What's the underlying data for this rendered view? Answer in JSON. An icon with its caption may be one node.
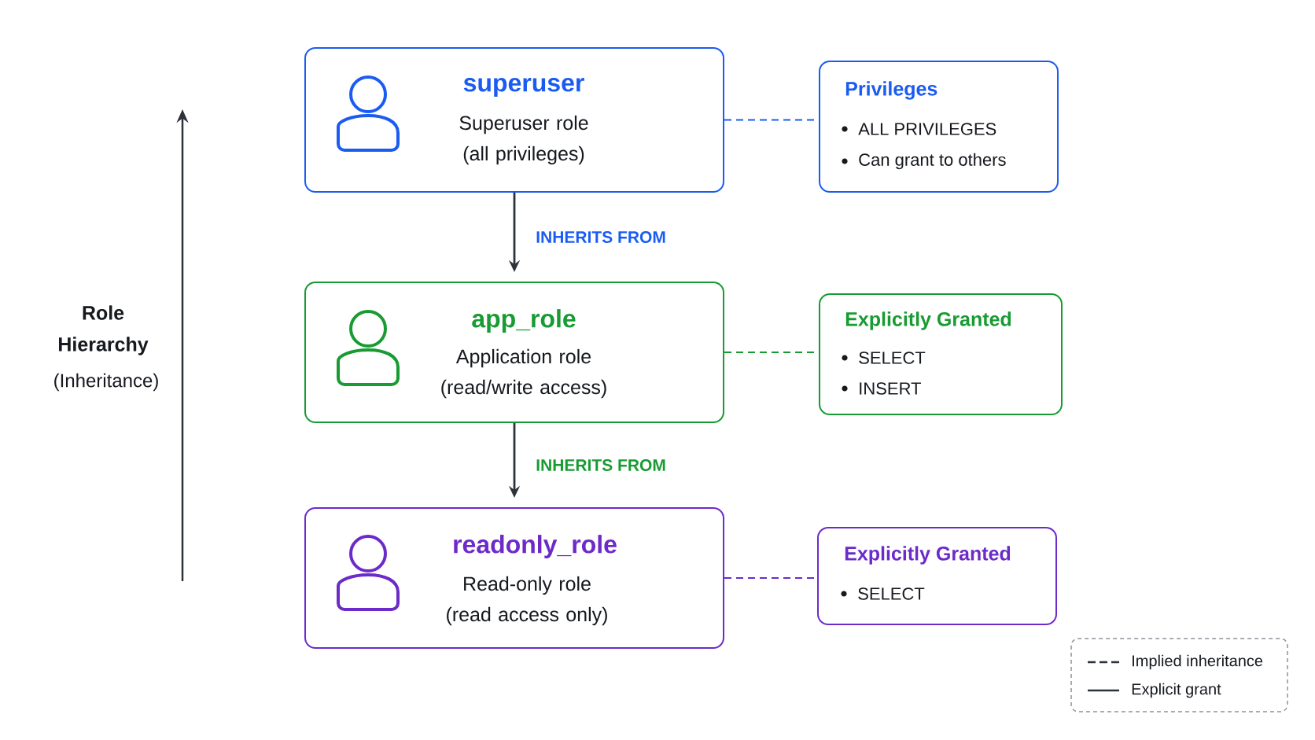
{
  "diagram": {
    "nodes": [
      {
        "text": [
          "superuser",
          "Superuser role (all privileges)"
        ]
      },
      {
        "text": [
          "Privileges",
          "ALL PRIVILEGES",
          "Can grant to others"
        ]
      },
      {
        "text": [
          "app_role",
          "Application role (read/write access)"
        ]
      },
      {
        "text": [
          "Explicitly Granted",
          "SELECT",
          "INSERT"
        ]
      },
      {
        "text": [
          "readonly_role",
          "Read-only role (read access only)"
        ]
      },
      {
        "text": [
          "Explicitly Granted",
          "SELECT"
        ]
      }
    ],
    "edges": [
      {
        "from": 0,
        "to": 1,
        "arrow": "none",
        "style": "dashed",
        "color": "#1a5cf2"
      },
      {
        "from": 0,
        "to": 2,
        "arrow": "to",
        "label": "INHERITS FROM"
      },
      {
        "from": 2,
        "to": 3,
        "arrow": "none",
        "style": "dashed",
        "color": "#179b32"
      },
      {
        "from": 2,
        "to": 4,
        "arrow": "to",
        "label": "INHERITS FROM"
      },
      {
        "from": 4,
        "to": 5,
        "arrow": "none",
        "style": "dashed",
        "color": "#6c2bc9"
      }
    ],
    "labels": [
      "Role Hierarchy",
      "(Inheritance)"
    ],
    "legend": [
      {
        "text": "Implied inheritance"
      },
      {
        "text": "Explicit grant"
      }
    ]
  }
}
